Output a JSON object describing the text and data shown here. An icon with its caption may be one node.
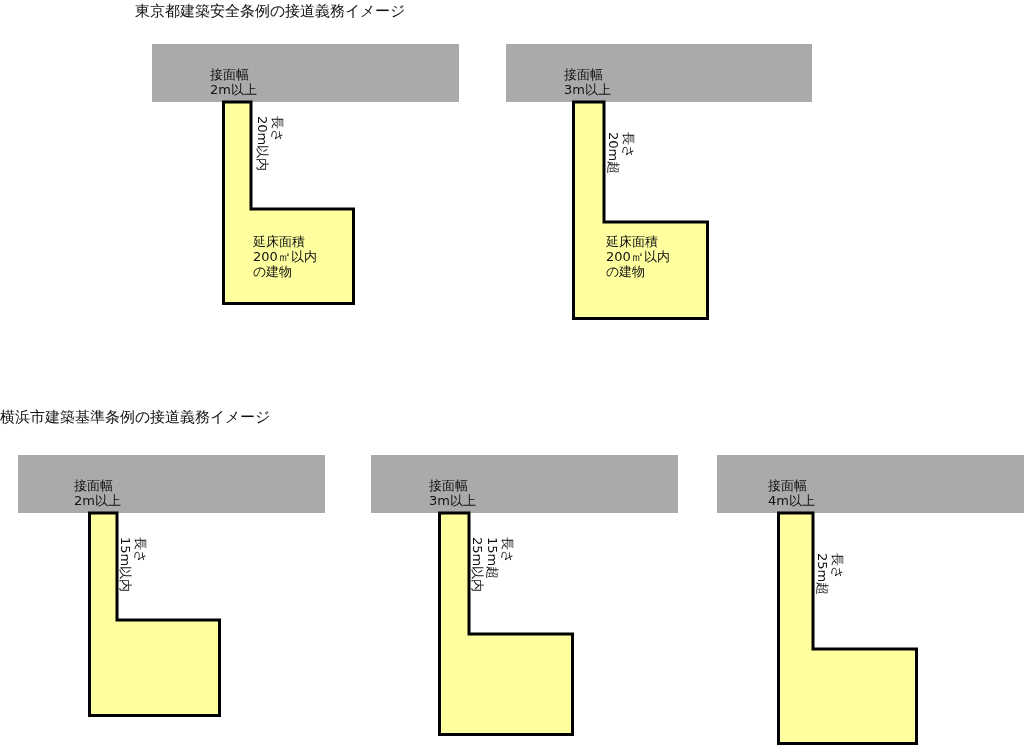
{
  "diagram": {
    "nodes": [
      {
        "text": [
          "接面幅 2m以上"
        ]
      },
      {
        "text": [
          "延床面積200㎡以内の建物"
        ],
        "beside": [
          "長さ 20m以内"
        ]
      },
      {
        "text": [
          "接面幅 3m以上"
        ]
      },
      {
        "text": [
          "延床面積200㎡以内の建物"
        ],
        "beside": [
          "長さ 20m超"
        ]
      },
      {
        "text": [
          "接面幅 2m以上"
        ]
      },
      {
        "text": [],
        "shape": "box",
        "beside": [
          "長さ 15m以内"
        ]
      },
      {
        "text": [
          "接面幅 3m以上"
        ]
      },
      {
        "text": [],
        "shape": "box",
        "beside": [
          "長さ 15m超 25m以内"
        ]
      },
      {
        "text": [
          "接面幅 4m以上"
        ]
      },
      {
        "text": [],
        "shape": "box",
        "beside": [
          "長さ 25m超"
        ]
      }
    ],
    "edges": [],
    "labels": [
      "東京都建築安全条例の接道義務イメージ",
      "横浜市建築基準条例の接道義務イメージ"
    ]
  }
}
